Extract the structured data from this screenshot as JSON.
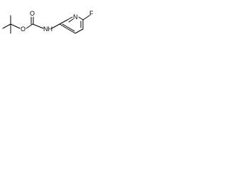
{
  "molecule": {
    "atoms": {
      "carbonyl_oxygen": "O",
      "ester_oxygen": "O",
      "amide_nitrogen": "NH",
      "ring_nitrogen": "N",
      "fluorine": "F"
    }
  },
  "colors": {
    "bond": "#000000",
    "label": "#000000",
    "background": "#ffffff"
  }
}
